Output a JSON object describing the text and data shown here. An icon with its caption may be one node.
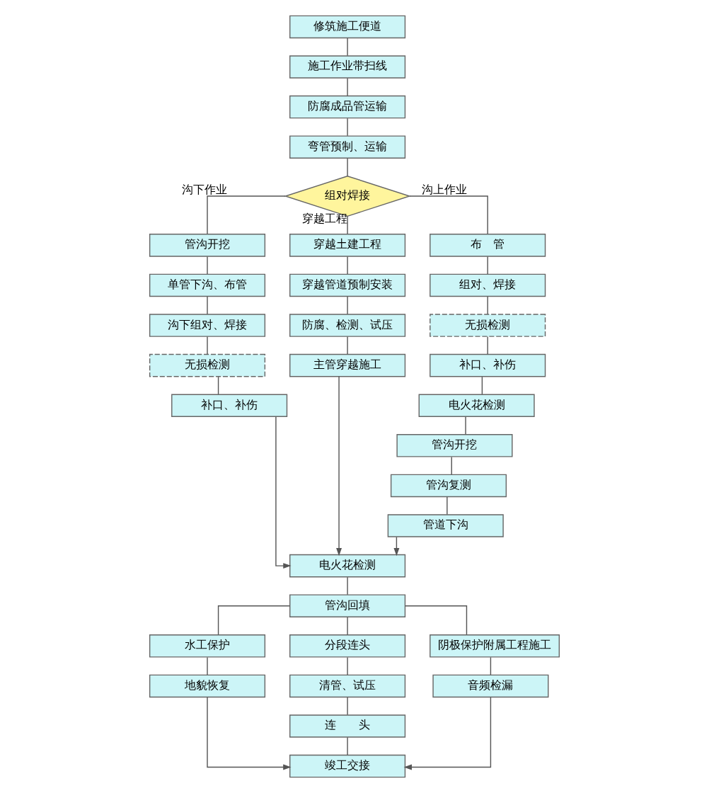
{
  "diagram": {
    "nodes": [
      {
        "text": [
          "修筑施工便道"
        ]
      },
      {
        "text": [
          "施工作业带扫线"
        ]
      },
      {
        "text": [
          "防腐成品管运输"
        ]
      },
      {
        "text": [
          "弯管预制、运输"
        ]
      },
      {
        "text": [
          "组对焊接"
        ]
      },
      {
        "text": [
          "管沟开挖"
        ]
      },
      {
        "text": [
          "单管下沟、布管"
        ]
      },
      {
        "text": [
          "沟下组对、焊接"
        ]
      },
      {
        "text": [
          "无损检测"
        ]
      },
      {
        "text": [
          "补口、补伤"
        ]
      },
      {
        "text": [
          "穿越土建工程"
        ]
      },
      {
        "text": [
          "穿越管道预制安装"
        ]
      },
      {
        "text": [
          "防腐、检测、试压"
        ]
      },
      {
        "text": [
          "主管穿越施工"
        ]
      },
      {
        "text": [
          "布　管"
        ]
      },
      {
        "text": [
          "组对、焊接"
        ]
      },
      {
        "text": [
          "无损检测"
        ]
      },
      {
        "text": [
          "补口、补伤"
        ]
      },
      {
        "text": [
          "电火花检测"
        ]
      },
      {
        "text": [
          "管沟开挖"
        ]
      },
      {
        "text": [
          "管沟复测"
        ]
      },
      {
        "text": [
          "管道下沟"
        ]
      },
      {
        "text": [
          "电火花检测"
        ]
      },
      {
        "text": [
          "管沟回填"
        ]
      },
      {
        "text": [
          "水工保护"
        ]
      },
      {
        "text": [
          "地貌恢复"
        ]
      },
      {
        "text": [
          "分段连头"
        ]
      },
      {
        "text": [
          "清管、试压"
        ]
      },
      {
        "text": [
          "连　　头"
        ]
      },
      {
        "text": [
          "阴极保护附属工程施工"
        ]
      },
      {
        "text": [
          "音频检漏"
        ]
      },
      {
        "text": [
          "竣工交接"
        ]
      }
    ],
    "edges": [
      {
        "from": 0,
        "to": 1,
        "arrow": "none"
      },
      {
        "from": 1,
        "to": 2,
        "arrow": "none"
      },
      {
        "from": 2,
        "to": 3,
        "arrow": "none"
      },
      {
        "from": 3,
        "to": 4,
        "arrow": "none"
      },
      {
        "from": 4,
        "to": 5,
        "arrow": "none",
        "label": "沟下作业"
      },
      {
        "from": 5,
        "to": 6,
        "arrow": "none"
      },
      {
        "from": 6,
        "to": 7,
        "arrow": "none"
      },
      {
        "from": 7,
        "to": 8,
        "arrow": "none"
      },
      {
        "from": 8,
        "to": 9,
        "arrow": "none"
      },
      {
        "from": 4,
        "to": 10,
        "arrow": "none",
        "label": "穿越工程"
      },
      {
        "from": 10,
        "to": 11,
        "arrow": "none"
      },
      {
        "from": 11,
        "to": 12,
        "arrow": "none"
      },
      {
        "from": 12,
        "to": 13,
        "arrow": "none"
      },
      {
        "from": 4,
        "to": 14,
        "arrow": "none",
        "label": "沟上作业"
      },
      {
        "from": 14,
        "to": 15,
        "arrow": "none"
      },
      {
        "from": 15,
        "to": 16,
        "arrow": "none"
      },
      {
        "from": 16,
        "to": 17,
        "arrow": "none"
      },
      {
        "from": 17,
        "to": 18,
        "arrow": "none"
      },
      {
        "from": 18,
        "to": 19,
        "arrow": "none"
      },
      {
        "from": 19,
        "to": 20,
        "arrow": "none"
      },
      {
        "from": 20,
        "to": 21,
        "arrow": "none"
      },
      {
        "from": 9,
        "to": 22,
        "arrow": "to"
      },
      {
        "from": 13,
        "to": 22,
        "arrow": "to"
      },
      {
        "from": 21,
        "to": 22,
        "arrow": "to"
      },
      {
        "from": 22,
        "to": 23,
        "arrow": "none"
      },
      {
        "from": 23,
        "to": 24,
        "arrow": "none"
      },
      {
        "from": 24,
        "to": 25,
        "arrow": "none"
      },
      {
        "from": 25,
        "to": 31,
        "arrow": "to"
      },
      {
        "from": 23,
        "to": 26,
        "arrow": "none"
      },
      {
        "from": 26,
        "to": 27,
        "arrow": "none"
      },
      {
        "from": 27,
        "to": 28,
        "arrow": "none"
      },
      {
        "from": 28,
        "to": 31,
        "arrow": "none"
      },
      {
        "from": 23,
        "to": 29,
        "arrow": "none"
      },
      {
        "from": 29,
        "to": 30,
        "arrow": "none"
      },
      {
        "from": 30,
        "to": 31,
        "arrow": "to"
      }
    ]
  }
}
